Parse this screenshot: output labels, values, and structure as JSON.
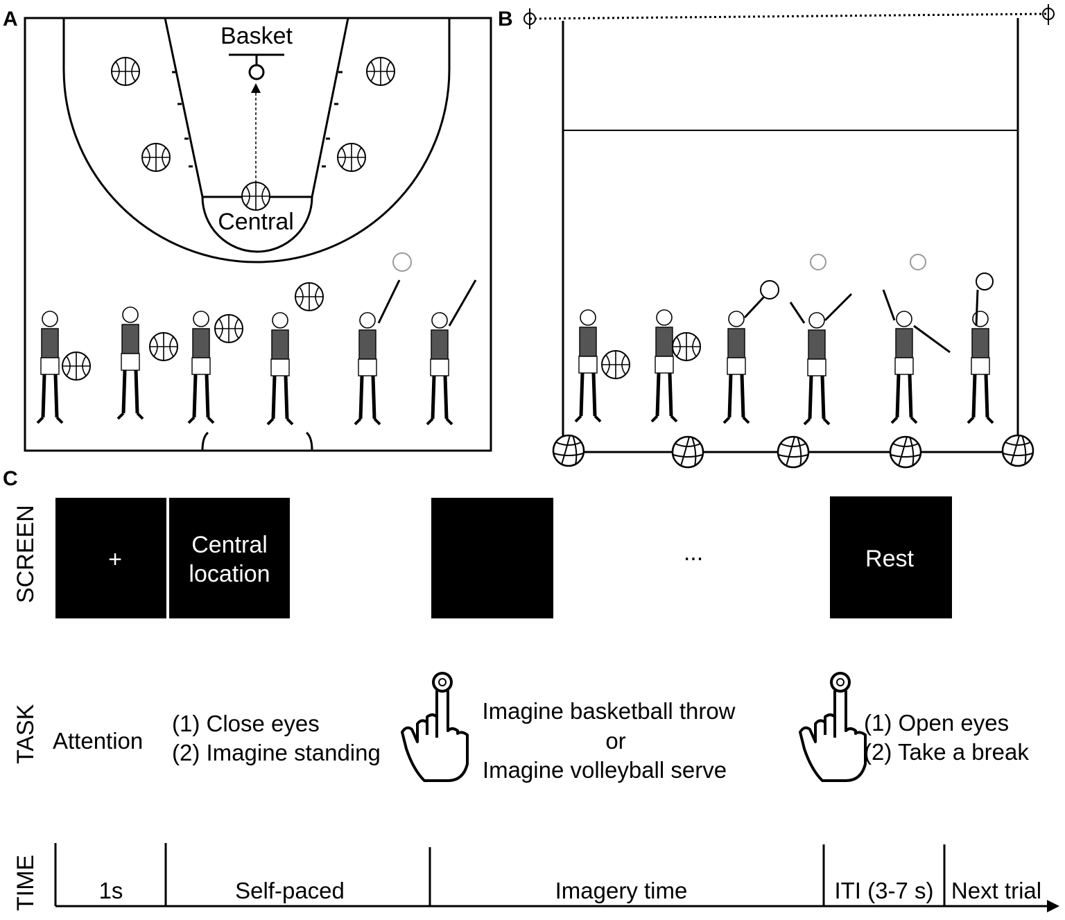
{
  "panels": {
    "a": {
      "letter": "A",
      "basket_label": "Basket",
      "central_label": "Central"
    },
    "b": {
      "letter": "B"
    },
    "c": {
      "letter": "C",
      "row_labels": {
        "screen": "SCREEN",
        "task": "TASK",
        "time": "TIME"
      },
      "screens": {
        "fixation": "+",
        "cue_line1": "Central",
        "cue_line2": "location",
        "ellipsis": "...",
        "rest": "Rest"
      },
      "task": {
        "attention": "Attention",
        "step1_line1": "(1) Close eyes",
        "step1_line2": "(2) Imagine standing",
        "imagery_line1": "Imagine basketball throw",
        "imagery_or": "or",
        "imagery_line2": "Imagine volleyball serve",
        "end_line1": "(1) Open eyes",
        "end_line2": "(2) Take a break"
      },
      "time": {
        "seg1": "1s",
        "seg2": "Self-paced",
        "seg3": "Imagery time",
        "seg4": "ITI (3-7 s)",
        "seg5": "Next trial"
      }
    }
  },
  "colors": {
    "ink": "#000000",
    "screen_bg": "#000000",
    "jersey": "#555555",
    "paper": "#ffffff"
  },
  "icons": [
    "basketball-icon",
    "volleyball-icon",
    "pointing-hand-icon",
    "player-figure-icon",
    "net-post-icon"
  ]
}
